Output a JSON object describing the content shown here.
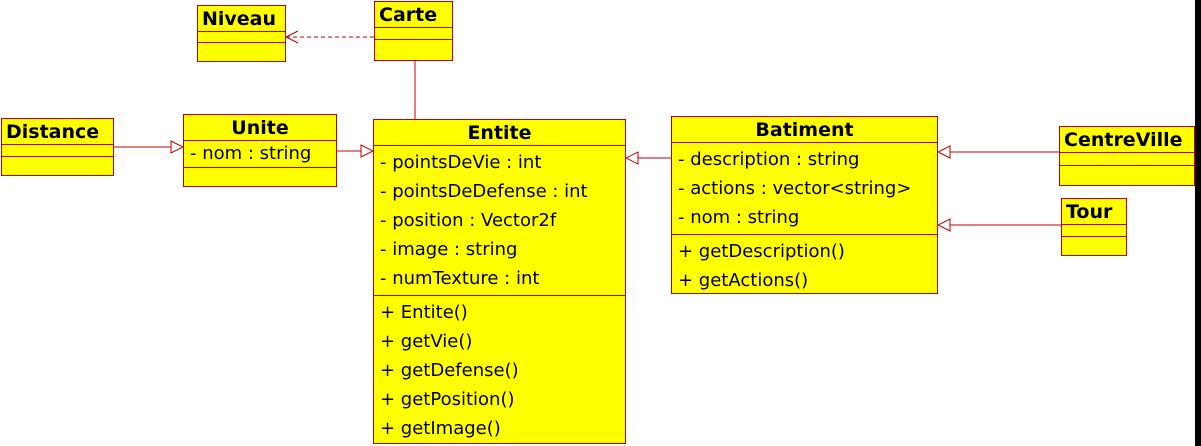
{
  "diagram": {
    "classes": {
      "niveau": {
        "name": "Niveau",
        "attributes": [],
        "methods": []
      },
      "carte": {
        "name": "Carte",
        "attributes": [],
        "methods": []
      },
      "distance": {
        "name": "Distance",
        "attributes": [],
        "methods": []
      },
      "unite": {
        "name": "Unite",
        "attributes": [
          "- nom : string"
        ],
        "methods": []
      },
      "entite": {
        "name": "Entite",
        "attributes": [
          "- pointsDeVie : int",
          "- pointsDeDefense : int",
          "- position : Vector2f",
          "- image : string",
          "- numTexture : int"
        ],
        "methods": [
          "+ Entite()",
          "+ getVie()",
          "+ getDefense()",
          "+ getPosition()",
          "+ getImage()"
        ]
      },
      "batiment": {
        "name": "Batiment",
        "attributes": [
          "- description : string",
          "- actions : vector<string>",
          "- nom : string"
        ],
        "methods": [
          "+ getDescription()",
          "+ getActions()"
        ]
      },
      "centreville": {
        "name": "CentreVille",
        "attributes": [],
        "methods": []
      },
      "tour": {
        "name": "Tour",
        "attributes": [],
        "methods": []
      }
    },
    "relations": [
      {
        "from": "carte",
        "to": "niveau",
        "kind": "dependency"
      },
      {
        "from": "carte",
        "to": "entite",
        "kind": "association"
      },
      {
        "from": "distance",
        "to": "unite",
        "kind": "generalization"
      },
      {
        "from": "unite",
        "to": "entite",
        "kind": "generalization"
      },
      {
        "from": "batiment",
        "to": "entite",
        "kind": "generalization"
      },
      {
        "from": "centreville",
        "to": "batiment",
        "kind": "generalization"
      },
      {
        "from": "tour",
        "to": "batiment",
        "kind": "generalization"
      }
    ],
    "colors": {
      "fill": "#ffff00",
      "line": "#c00000"
    }
  }
}
